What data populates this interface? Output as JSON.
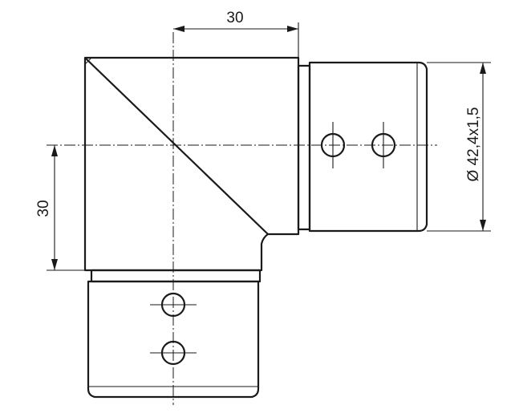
{
  "dimensions": {
    "horizontal_offset": "30",
    "vertical_offset": "30",
    "tube_spec": "Ø 42,4x1,5"
  },
  "colors": {
    "line": "#1a1a1a",
    "background": "#ffffff"
  }
}
